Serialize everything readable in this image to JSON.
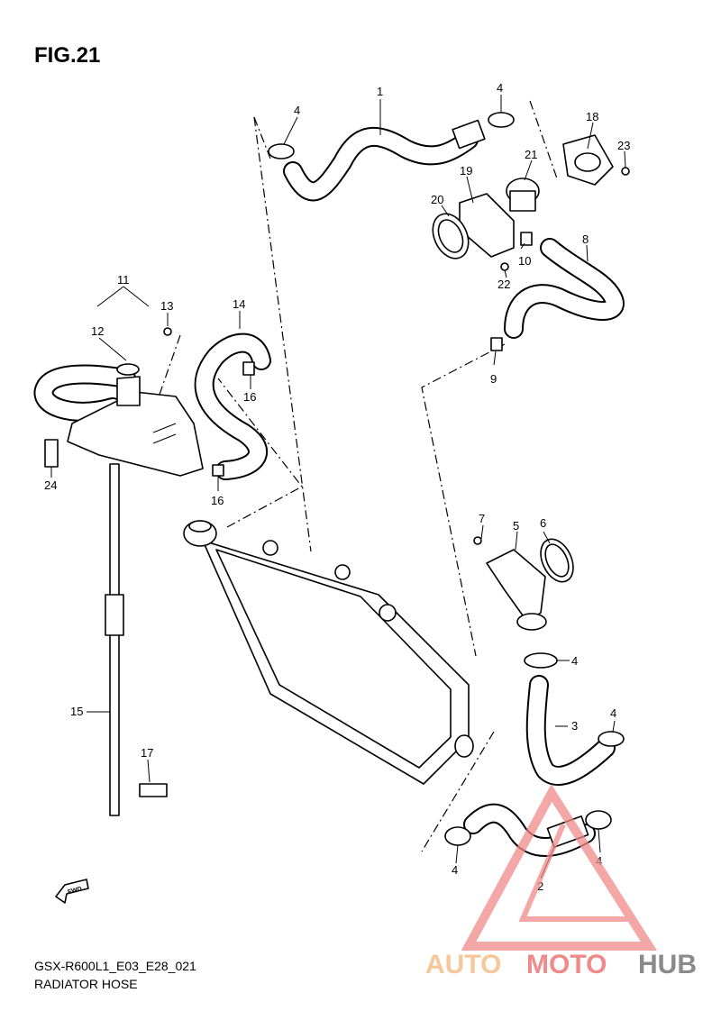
{
  "figure": {
    "title": "FIG.21",
    "model_code": "GSX-R600L1_E03_E28_021",
    "caption": "RADIATOR HOSE",
    "fwd_label": "FWD"
  },
  "callouts": {
    "c1": "1",
    "c2": "2",
    "c3": "3",
    "c4a": "4",
    "c4b": "4",
    "c4c": "4",
    "c4d": "4",
    "c4e": "4",
    "c4f": "4",
    "c5": "5",
    "c6": "6",
    "c7": "7",
    "c8": "8",
    "c9": "9",
    "c10": "10",
    "c11": "11",
    "c12": "12",
    "c13": "13",
    "c14": "14",
    "c15": "15",
    "c16a": "16",
    "c16b": "16",
    "c17": "17",
    "c18": "18",
    "c19": "19",
    "c20": "20",
    "c21": "21",
    "c22": "22",
    "c23": "23",
    "c24": "24"
  },
  "watermark": {
    "auto": "AUTO",
    "moto": "MOTO",
    "hub": "HUB",
    "color_auto": "#f5c79a",
    "color_moto": "#f08a8a",
    "color_hub": "#8a8a8a",
    "color_triangle": "#f08a8a"
  }
}
